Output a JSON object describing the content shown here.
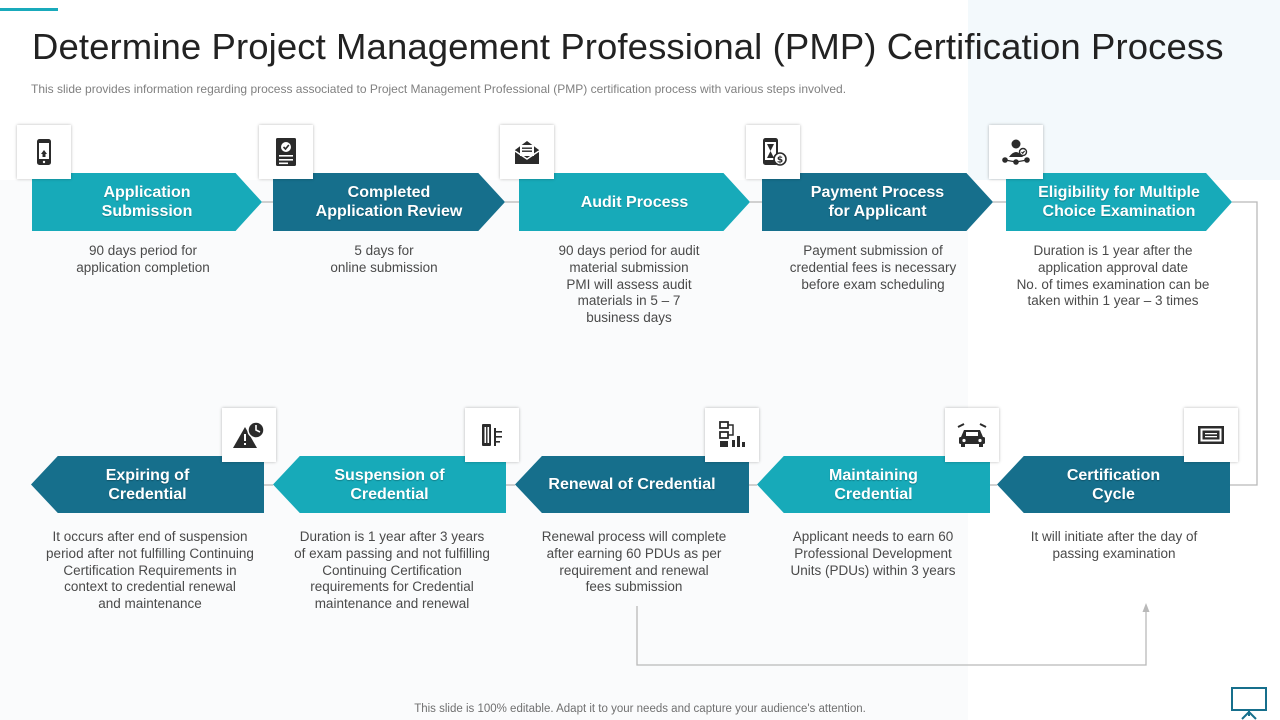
{
  "page": {
    "title": "Determine Project Management Professional (PMP) Certification Process",
    "subtitle": "This slide provides  information  regarding  process associated to Project Management  Professional  (PMP)  certification process with various  steps involved.",
    "footer": "This slide is 100% editable. Adapt it to your needs and capture your audience's attention."
  },
  "colors": {
    "accent": "#19aabb",
    "step_light": "#17aab9",
    "step_dark": "#166f8c",
    "connector": "#b9b9b9",
    "text": "#4a4a4a"
  },
  "steps": [
    {
      "label": "Application\nSubmission",
      "description": "90 days period for\napplication completion",
      "icon": "smartphone-icon",
      "tone": "light"
    },
    {
      "label": "Completed\nApplication Review",
      "description": "5 days for\nonline submission",
      "icon": "certificate-document-icon",
      "tone": "dark"
    },
    {
      "label": "Audit Process",
      "description": "90 days period for audit\nmaterial submission\nPMI will assess audit\nmaterials in 5 – 7\nbusiness days",
      "icon": "mail-envelope-icon",
      "tone": "light"
    },
    {
      "label": "Payment Process\nfor Applicant",
      "description": "Payment submission of\ncredential fees is necessary\nbefore exam scheduling",
      "icon": "phone-payment-icon",
      "tone": "dark"
    },
    {
      "label": "Eligibility  for Multiple\nChoice Examination",
      "description": "Duration is 1 year after the\napplication approval date\nNo. of times examination can be\ntaken within 1 year – 3 times",
      "icon": "user-network-icon",
      "tone": "light"
    },
    {
      "label": "Certification\nCycle",
      "description": "It will initiate after the day of\npassing examination",
      "icon": "certificate-frame-icon",
      "tone": "dark"
    },
    {
      "label": "Maintaining\nCredential",
      "description": "Applicant needs to earn 60\nProfessional Development\nUnits  (PDUs)  within 3 years",
      "icon": "car-repair-icon",
      "tone": "light"
    },
    {
      "label": "Renewal of Credential",
      "description": "Renewal process will complete\nafter earning 60 PDUs  as per\nrequirement and renewal\nfees submission",
      "icon": "flowchart-chart-icon",
      "tone": "dark"
    },
    {
      "label": "Suspension of\nCredential",
      "description": "Duration is 1 year after 3 years\nof exam  passing and not fulfilling\nContinuing Certification\nrequirements for Credential\nmaintenance and renewal",
      "icon": "pause-gauge-icon",
      "tone": "light"
    },
    {
      "label": "Expiring of\nCredential",
      "description": "It occurs after end of suspension\nperiod after not fulfilling Continuing\nCertification Requirements in\ncontext to credential renewal\nand maintenance",
      "icon": "warning-clock-icon",
      "tone": "dark"
    }
  ]
}
